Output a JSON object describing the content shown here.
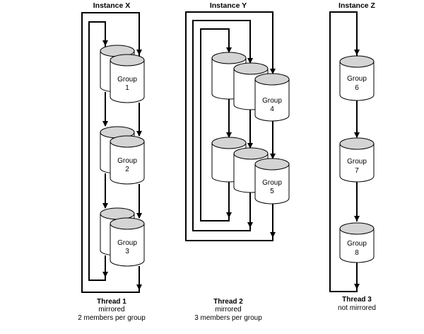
{
  "diagram": {
    "colors": {
      "line": "#000000",
      "cylinder_top": "#d4d4d4",
      "cylinder_body": "#ffffff"
    },
    "instances": [
      {
        "title": "Instance X",
        "thread": {
          "name": "Thread 1",
          "mode": "mirrored",
          "members": "2 members per group"
        },
        "groups": [
          {
            "label": "Group",
            "number": "1"
          },
          {
            "label": "Group",
            "number": "2"
          },
          {
            "label": "Group",
            "number": "3"
          }
        ],
        "members_per_group": 2
      },
      {
        "title": "Instance Y",
        "thread": {
          "name": "Thread 2",
          "mode": "mirrored",
          "members": "3 members per group"
        },
        "groups": [
          {
            "label": "Group",
            "number": "4"
          },
          {
            "label": "Group",
            "number": "5"
          }
        ],
        "members_per_group": 3
      },
      {
        "title": "Instance Z",
        "thread": {
          "name": "Thread 3",
          "mode": "not mirrored",
          "members": ""
        },
        "groups": [
          {
            "label": "Group",
            "number": "6"
          },
          {
            "label": "Group",
            "number": "7"
          },
          {
            "label": "Group",
            "number": "8"
          }
        ],
        "members_per_group": 1
      }
    ]
  }
}
